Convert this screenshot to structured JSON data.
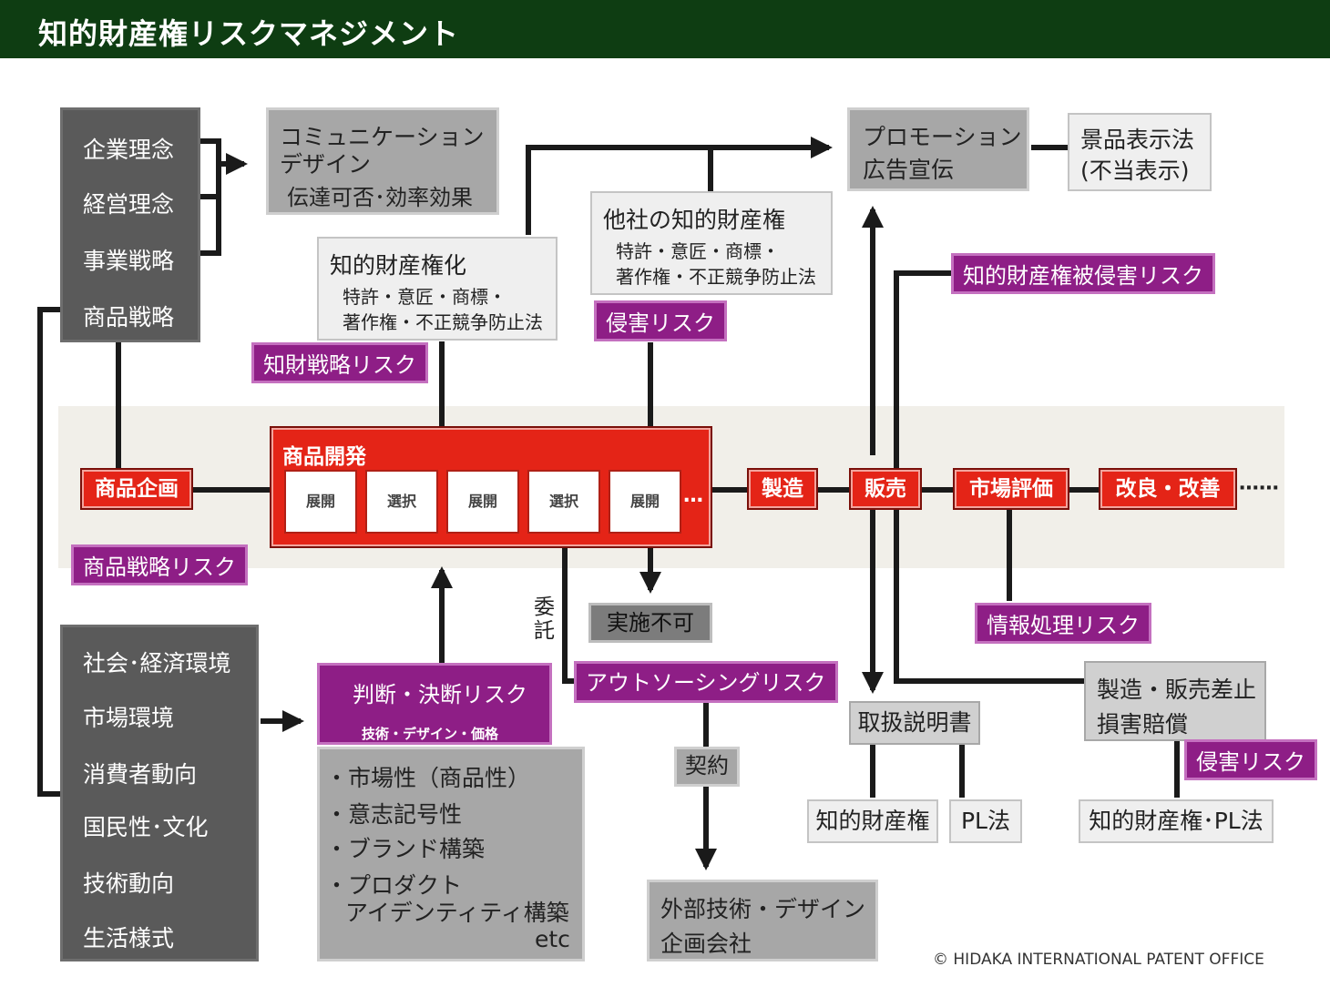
{
  "title": "知的財産権リスクマネジメント",
  "left_top": [
    "企業理念",
    "経営理念",
    "事業戦略",
    "商品戦略"
  ],
  "communication": {
    "line1": "コミュニケーション",
    "line2": "デザイン",
    "line3": "伝達可否･効率効果"
  },
  "ip_rights": {
    "title": "知的財産権化",
    "line1": "特許・意匠・商標・",
    "line2": "著作権・不正競争防止法"
  },
  "other_ip": {
    "title": "他社の知的財産権",
    "line1": "特許・意匠・商標・",
    "line2": "著作権・不正競争防止法"
  },
  "promotion": {
    "line1": "プロモーション",
    "line2": "広告宣伝"
  },
  "labeling": {
    "line1": "景品表示法",
    "line2": "(不当表示)"
  },
  "risks": {
    "ip_strategy": "知財戦略リスク",
    "infringement": "侵害リスク",
    "ip_infringed": "知的財産権被侵害リスク",
    "product_strategy": "商品戦略リスク",
    "info_processing": "情報処理リスク",
    "judgment": "判断・決断リスク",
    "judgment_sub": "技術・デザイン・価格",
    "outsourcing": "アウトソーシングリスク",
    "infringement2": "侵害リスク"
  },
  "flow": {
    "planning": "商品企画",
    "development": "商品開発",
    "steps": [
      "展開",
      "選択",
      "展開",
      "選択",
      "展開"
    ],
    "dots": "…",
    "manufacturing": "製造",
    "sales": "販売",
    "market_eval": "市場評価",
    "improvement": "改良・改善",
    "trailing": "⋯⋯"
  },
  "not_feasible": "実施不可",
  "entrust": "委託",
  "contract": "契約",
  "external": {
    "line1": "外部技術・デザイン",
    "line2": "企画会社"
  },
  "environment": [
    "社会･経済環境",
    "市場環境",
    "消費者動向",
    "国民性･文化",
    "技術動向",
    "生活様式"
  ],
  "market_list": [
    "・市場性（商品性）",
    "・意志記号性",
    "・ブランド構築",
    "・プロダクト",
    "アイデンティティ構築",
    "etc"
  ],
  "manual": "取扱説明書",
  "manual_ip": "知的財産権",
  "manual_pl": "PL法",
  "stop": {
    "line1": "製造・販売差止",
    "line2": "損害賠償"
  },
  "stop_law": "知的財産権･PL法",
  "copyright": "© HIDAKA INTERNATIONAL PATENT OFFICE",
  "colors": {
    "title_bar": "#0e3d12",
    "risk": "#8e1e86",
    "process": "#e42417",
    "dark_box": "#5a5a5a"
  }
}
